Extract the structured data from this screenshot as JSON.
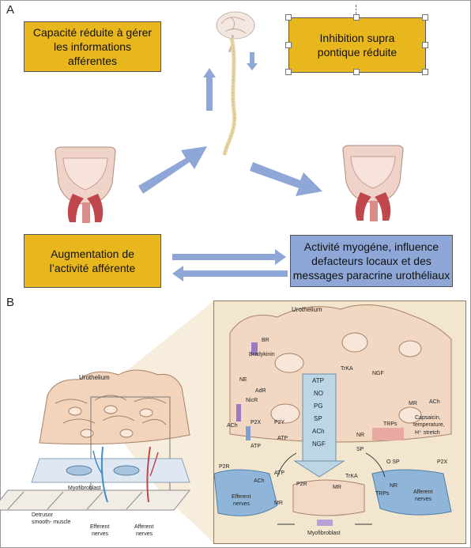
{
  "panel_a": {
    "letter": "A",
    "box_top_left": {
      "line1": "Capacité réduite à gérer",
      "line2": "les informations",
      "line3": "afférentes"
    },
    "box_top_right": {
      "line1": "Inhibition supra",
      "line2": "pontique réduite"
    },
    "box_bottom_left": {
      "line1": "Augmentation de",
      "line2": "l’activité afférente"
    },
    "box_bottom_right": {
      "line1": "Activité myogéne, influence",
      "line2": "defacteurs locaux et des",
      "line3": "messages paracrine urothéliaux"
    },
    "colors": {
      "yellow": "#e8b71e",
      "blue": "#8ea7d6",
      "arrow": "#8ea7d6"
    }
  },
  "panel_b": {
    "letter": "B",
    "left_labels": {
      "urothelium": "Urothelium",
      "myofibroblast": "Myofibroblast",
      "detrusor": "Detrusor",
      "detrusor2": "smooth- muscle",
      "efferent1": "Efferent",
      "efferent2": "nerves",
      "afferent1": "Afferent",
      "afferent2": "nerves"
    },
    "zoom_labels": {
      "urothelium": "Urothelium",
      "br": "BR",
      "bradykinin": "Bradykinin",
      "trka_top": "TrKA",
      "ngf_top": "NGF",
      "ne": "NE",
      "adr": "AdR",
      "nicr": "NicR",
      "ach_left": "ACh",
      "p2x_left": "P2X",
      "atp_left": "ATP",
      "p2y": "P2Y",
      "atp_p2y": "ATP",
      "mr_right": "MR",
      "ach_right": "ACh",
      "capsaicin1": "Capsaicin,",
      "capsaicin2": "temperature,",
      "capsaicin3": "H⁺ stretch",
      "trps_top": "TRPs",
      "nr_mid": "NR",
      "sp_mid": "SP",
      "p2r_left": "P2R",
      "ach_eff": "ACh",
      "atp_eff": "ATP",
      "mr_eff": "MR",
      "efferent1": "Efferent",
      "efferent2": "nerves",
      "p2r_mid": "P2R",
      "mr_mid": "MR",
      "trka_bottom": "TrKA",
      "o_sp": "O SP",
      "p2x_right": "P2X",
      "trps_bottom": "TRPs",
      "nr_bottom": "NR",
      "afferent1": "Afferent",
      "afferent2": "nerves",
      "myofibroblast": "Myofibroblast"
    },
    "mediators": [
      "ATP",
      "NO",
      "PG",
      "SP",
      "ACh",
      "NGF"
    ]
  }
}
